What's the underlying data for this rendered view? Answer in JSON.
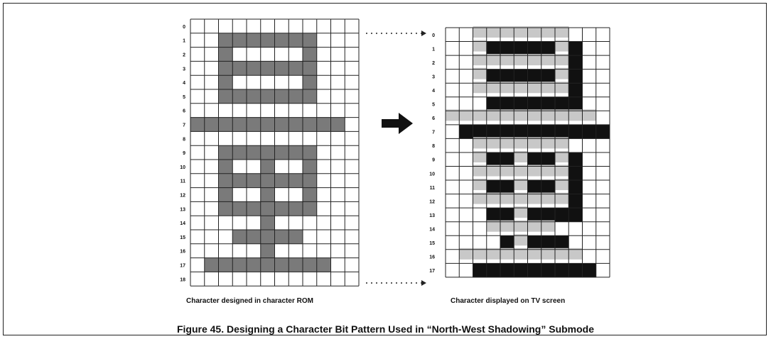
{
  "figure_title": "Figure 45. Designing a Character Bit Pattern Used in “North-West Shadowing” Submode",
  "left_panel": {
    "caption": "Character designed in character ROM",
    "row_labels": [
      "0",
      "1",
      "2",
      "3",
      "4",
      "5",
      "6",
      "7",
      "8",
      "9",
      "10",
      "11",
      "12",
      "13",
      "14",
      "15",
      "16",
      "17",
      "18"
    ],
    "pattern": [
      "000000000000",
      "001111111000",
      "001000001000",
      "001111111000",
      "001000001000",
      "001111111000",
      "000000000000",
      "111111111110",
      "000000000000",
      "001111111000",
      "001001001000",
      "001111111000",
      "001001001000",
      "001111111000",
      "000001000000",
      "000111110000",
      "000001000000",
      "011111111100",
      "000000000000"
    ]
  },
  "right_panel": {
    "caption": "Character displayed on TV screen",
    "row_labels": [
      "0",
      "1",
      "2",
      "3",
      "4",
      "5",
      "6",
      "7",
      "8",
      "9",
      "10",
      "11",
      "12",
      "13",
      "14",
      "15",
      "16",
      "17"
    ]
  },
  "colors": {
    "rom_fill": "#7a7a7a",
    "display_fill": "#c8c8c8",
    "shadow": "#111111",
    "grid": "#222222"
  }
}
